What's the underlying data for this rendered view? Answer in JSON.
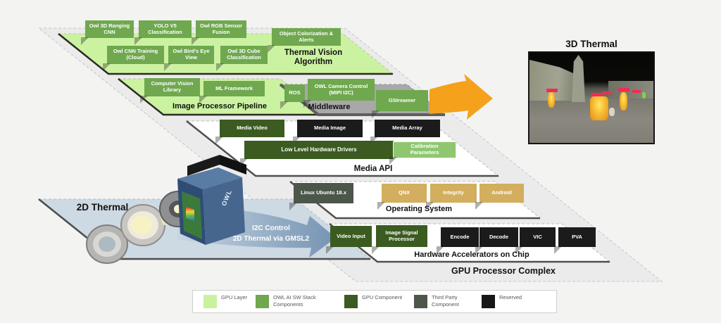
{
  "stack": {
    "thermal_vision": {
      "label": "Thermal Vision Algorithm",
      "boxes": [
        "Owl 3D Ranging CNN",
        "YOLO V5 Classification",
        "Owl RGB Sensor Fusion",
        "Object Colorization & Alerts",
        "Owl CNN Training (Cloud)",
        "Owl Bird's Eye View",
        "Owl 3D Cube Classification"
      ]
    },
    "image_pipeline": {
      "label": "Image Processor Pipeline",
      "boxes": [
        "Computer Vision Library",
        "ML Framework"
      ]
    },
    "middleware": {
      "label": "Middleware",
      "boxes": [
        "ROS",
        "OWL Camera Control (MIPI I2C)",
        "GStreamer"
      ]
    },
    "media_api": {
      "label": "Media API",
      "boxes": [
        "Media Video",
        "Media Image",
        "Media Array",
        "Low Level Hardware Drivers",
        "Calibration Parameters"
      ]
    },
    "operating_system": {
      "label": "Operating System",
      "boxes": [
        "Linux Ubuntu 18.x",
        "QNX",
        "Integrity",
        "Android"
      ]
    },
    "hw_accel": {
      "label": "Hardware Accelerators on Chip",
      "boxes": [
        "Video Input",
        "Image Signal Processor",
        "Encode",
        "Decode",
        "VIC",
        "PVA"
      ]
    },
    "gpu_complex": {
      "label": "GPU Processor Complex"
    }
  },
  "annotations": {
    "thermal_2d": "2D Thermal",
    "thermal_3d": "3D Thermal",
    "i2c_line1": "I2C Control",
    "i2c_line2": "2D Thermal via GMSL2",
    "camera_logo": "OWL"
  },
  "legend": {
    "items": [
      {
        "label": "GPU Layer",
        "color": "#C9F29E"
      },
      {
        "label": "OWL AI SW Stack Components",
        "color": "#6FA84E"
      },
      {
        "label": "GPU Component",
        "color": "#3B5B21"
      },
      {
        "label": "Third Party Component",
        "color": "#4C564A"
      },
      {
        "label": "Reserved",
        "color": "#171717"
      }
    ]
  },
  "colors": {
    "gpu_layer_fill": "#CBF2A0",
    "middleware_fill": "#A8A8A8",
    "os_third_party_box": "#D2AE5E",
    "calibration_box": "#8FC771",
    "flow_arrow_orange": "#F5A11C",
    "flow_arrow_blue": "#7E9BB8",
    "thermal_plane": "#CDD9E3",
    "background_plane": "#EBEBEB"
  }
}
